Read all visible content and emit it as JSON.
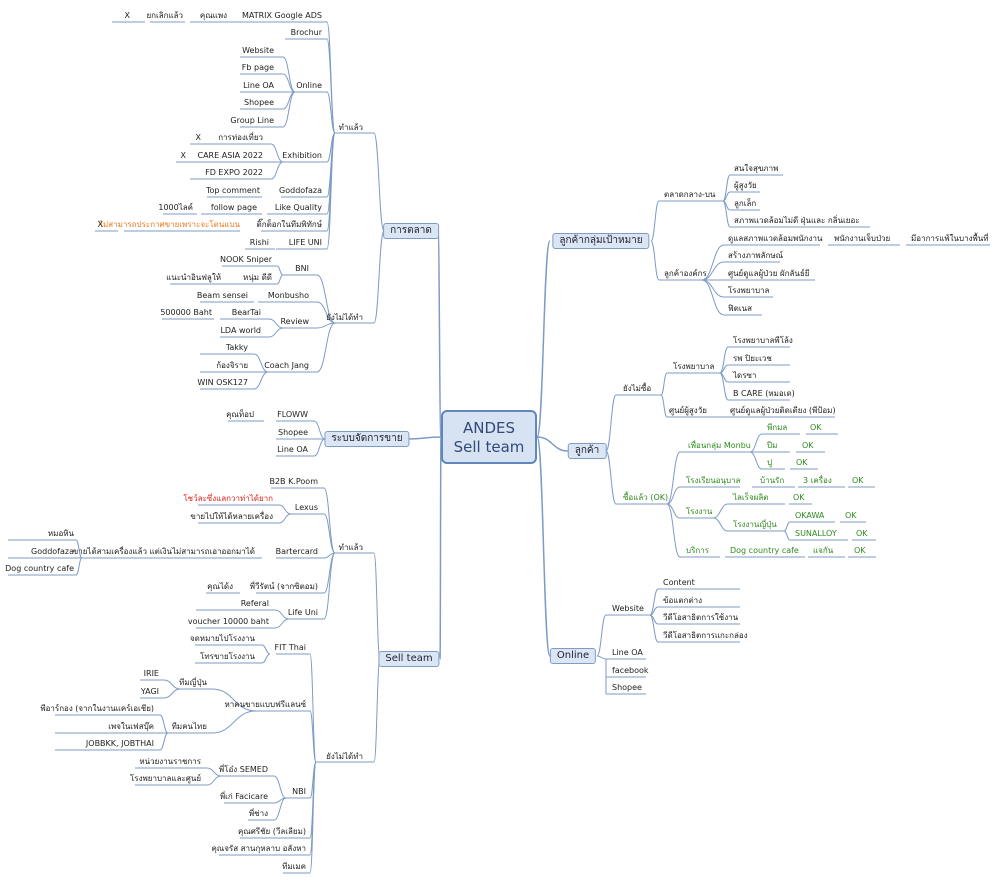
{
  "root": {
    "line1": "ANDES",
    "line2": "Sell team"
  },
  "branches": {
    "marketing": "การตลาด",
    "distribution": "ระบบจัดการขาย",
    "sellteam": "Sell team",
    "target": "ลูกค้ากลุ่มเป้าหมาย",
    "customer": "ลูกค้า",
    "online": "Online"
  },
  "marketing": {
    "done": "ทำแล้ว",
    "notdone": "ยังไม่ได้ทำ",
    "matrix": "MATRIX Google ADS",
    "x1": "X",
    "cancelled": "ยกเลิกแล้ว",
    "expensive": "คุณแพง",
    "brochure": "Brochur",
    "online": "Online",
    "website": "Website",
    "fbpage": "Fb page",
    "lineoa": "Line OA",
    "shopee": "Shopee",
    "groupline": "Group Line",
    "exhibition": "Exhibition",
    "trip": "การท่องเที่ยว",
    "x2": "X",
    "careasia": "CARE ASIA 2022",
    "x3": "X",
    "fdexpo": "FD EXPO 2022",
    "goddofaza": "Goddofaza",
    "topcomment": "Top comment",
    "likequality": "Like Quality",
    "followpage": "follow page",
    "like1000": "1000ไลค์",
    "tiktok": "ติ๊กต็อกในทีมพิทักษ์",
    "x4": "X",
    "nosales": "ไม่สามารถประกาศขายเพราะจะโดนแบน",
    "lifeuni": "LIFE UNI",
    "rishi": "Rishi",
    "bni": "BNI",
    "nook": "NOOK Sniper",
    "nookdee": "หนุ่ม ดีดี",
    "recommend": "แนะนำอินฟลูให้",
    "monbusho": "Monbusho",
    "beamsensei": "Beam sensei",
    "review": "Review",
    "beartai": "BearTai",
    "baht500000": "500000 Baht",
    "ldaworld": "LDA world",
    "coachjang": "Coach Jang",
    "takky": "Takky",
    "kongjirat": "ก้องจิราย",
    "winosk": "WIN OSK127"
  },
  "distribution": {
    "floww": "FLOWW",
    "jip": "คุณท็อป",
    "shopee": "Shopee",
    "lineoa": "Line OA"
  },
  "sellteam": {
    "done": "ทำแล้ว",
    "notdone": "ยังไม่ได้ทำ",
    "b2b": "B2B K.Poom",
    "lexus": "Lexus",
    "lexusred": "โชว์ละซึ่งแลกวาท่าได้ยาก",
    "lexus2": "ขายไปให้ได้หลายเครื่อง",
    "bartercard": "Bartercard",
    "barterdesc": "ขายได้สามเครื่องแล้ว แต่เงินไม่สามารถเอาออกมาได้",
    "mohin": "หมอหิน",
    "goddofaza": "Goddofaza",
    "dogcountry": "Dog country cafe",
    "peeweerat": "พี่วีรัตน์ (จากซิตอม)",
    "kundang": "คุณได้ง",
    "lifeuni": "Life Uni",
    "referal": "Referal",
    "voucher": "voucher 10000 baht",
    "fitthai": "FIT Thai",
    "fit1": "จดหมายไปโรงงาน",
    "fit2": "โทรขายโรงงาน",
    "freelance": "หาคนขายแบบฟรีแลนซ์",
    "japanese": "ทีมญี่ปุ่น",
    "irie": "IRIE",
    "yagi": "YAGI",
    "thai": "ทีมคนไทย",
    "prgroup": "พีอาร์กอง (จากในงานแคร์เอเชีย)",
    "fbpage": "เพจในเฟสบุ๊ค",
    "jobbkk": "JOBBKK, JOBTHAI",
    "nbi": "NBI",
    "semed": "พี่โอ๋ง SEMED",
    "gov": "หน่วยงานราชการ",
    "hospital": "โรงพยาบาลและศูนย์",
    "facicare": "พี่เก่ Facicare",
    "peechang": "พี่ช่าง",
    "somsri": "คุณศรีชัย (วีลเลียม)",
    "suchart": "คุณจรัส สานกุหลาบ อลังหา",
    "tiemek": "ทีมเมค"
  },
  "target": {
    "middle": "ตลาดกลาง-บน",
    "health": "สนใจสุขภาพ",
    "elder": "ผู้สูงวัย",
    "child": "ลูกเล็ก",
    "env": "สภาพแวดล้อมไม่ดี ฝุ่นและ กลิ่นเยอะ",
    "org": "ลูกค้าองค์กร",
    "worker": "ดูแลสภาพแวดล้อมพนักงาน",
    "sick": "พนักงานเจ็บป่วย",
    "impact": "มีอาการแพ้ในบางพื้นที่",
    "image": "สร้างภาพลักษณ์",
    "center": "ศูนย์ดูแลผู้ป่วย ผักลันธ์ยี",
    "hospital": "โรงพยาบาล",
    "fitness": "ฟิตเนส"
  },
  "customer": {
    "notbought": "ยังไม่ซื้อ",
    "hospital": "โรงพยาบาล",
    "hosp1": "โรงพยาบาลพีโล้ง",
    "hosp2": "รพ ปิยะเวช",
    "hosp3": "ไดรซา",
    "hosp4": "B CARE (หมอเด)",
    "elder": "ศูนย์ผู้สูงวัย",
    "elder1": "ศูนย์ดูแลผู้ป่วยติดเตียง (พีป้อม)",
    "bought": "ซื้อแล้ว (OK)",
    "monbu": "เพื่อนกลุ่ม Monbu",
    "m1": "พีกมล",
    "m1ok": "OK",
    "m2": "ปีม",
    "m2ok": "OK",
    "m3": "ปู",
    "m3ok": "OK",
    "school": "โรงเรียนอนุบาล",
    "school1": "บ้านรัก",
    "school2": "3 เครื่อง",
    "schoolok": "OK",
    "factory": "โรงงาน",
    "f1": "ไลเร็จผลิต",
    "f1ok": "OK",
    "fjp": "โรงงานญี่ปุ่น",
    "okawa": "OKAWA",
    "okawaok": "OK",
    "sunalloy": "SUNALLOY",
    "sunalloyok": "OK",
    "service": "บริการ",
    "dogcafe": "Dog country cafe",
    "free": "แจกัน",
    "serviceok": "OK"
  },
  "online": {
    "website": "Website",
    "content": "Content",
    "compare": "ข้อแตกต่าง",
    "howto": "วีดีโอสาธิตการใช้งาน",
    "demo": "วีดีโอสาธิตการแกะกล่อง",
    "lineoa": "Line OA",
    "facebook": "facebook",
    "shopee": "Shopee"
  },
  "colors": {
    "line": "#7d9bc6",
    "box_fill": "#dbe6f4",
    "root_border": "#5f87b9",
    "red": "#e0211b",
    "orange": "#ef7a20",
    "green": "#2f8a1f"
  }
}
